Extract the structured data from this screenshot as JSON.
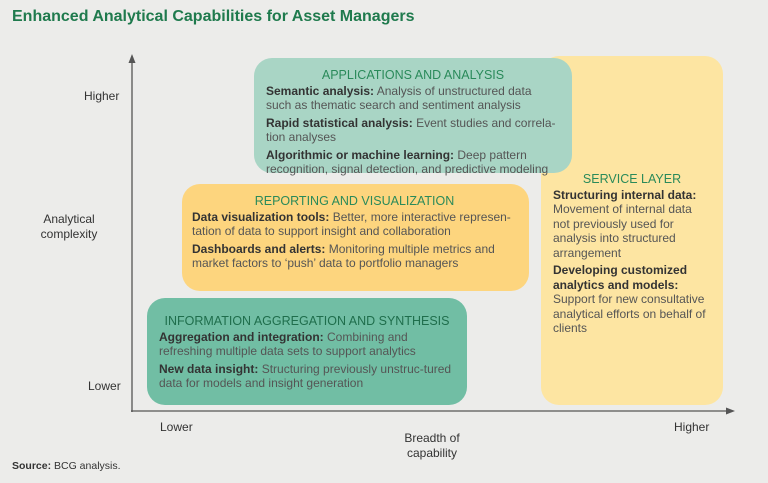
{
  "title": "Enhanced Analytical Capabilities for Asset Managers",
  "y_axis": {
    "label": "Analytical complexity",
    "high": "Higher",
    "low": "Lower"
  },
  "x_axis": {
    "label": "Breadth of capability",
    "high": "Higher",
    "low": "Lower"
  },
  "boxes": {
    "applications": {
      "heading": "APPLICATIONS AND ANALYSIS",
      "items": [
        {
          "term": "Semantic analysis:",
          "desc": "Analysis of unstructured data such as thematic search and sentiment analysis"
        },
        {
          "term": "Rapid statistical analysis:",
          "desc": "Event studies and correla-tion analyses"
        },
        {
          "term": "Algorithmic or machine learning:",
          "desc": "Deep pattern recognition, signal detection, and predictive modeling"
        }
      ]
    },
    "reporting": {
      "heading": "REPORTING AND VISUALIZATION",
      "items": [
        {
          "term": "Data visualization tools:",
          "desc": "Better, more interactive represen-tation of data to support insight and collaboration"
        },
        {
          "term": "Dashboards and alerts:",
          "desc": "Monitoring multiple metrics and market factors to ‘push’ data to portfolio managers"
        }
      ]
    },
    "information": {
      "heading": "INFORMATION AGGREGATION AND SYNTHESIS",
      "items": [
        {
          "term": "Aggregation and integration:",
          "desc": "Combining and refreshing multiple data sets to support analytics"
        },
        {
          "term": "New data insight:",
          "desc": "Structuring previously unstruc-tured data for models and insight generation"
        }
      ]
    },
    "service": {
      "heading": "SERVICE LAYER",
      "items": [
        {
          "term": "Structuring internal data:",
          "desc": "Movement of internal data not previously used for analysis into structured arrangement"
        },
        {
          "term": "Developing customized analytics and models:",
          "desc": "Support for new consultative analytical efforts on behalf of clients"
        }
      ]
    }
  },
  "source": {
    "label": "Source:",
    "text": "BCG analysis."
  },
  "colors": {
    "title": "#1f7a4d",
    "service": "#fde5a2",
    "applications": "#a9d5c5",
    "reporting": "#fdd57e",
    "information": "#71bea4"
  }
}
